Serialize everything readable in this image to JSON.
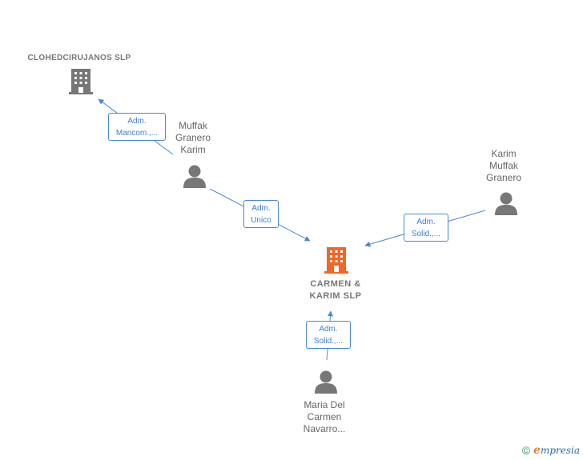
{
  "nodes": {
    "clohed": {
      "name": "CLOHEDCIRUJANOS SLP",
      "color": "#777777"
    },
    "carmen": {
      "name": "CARMEN &\nKARIM  SLP",
      "color": "#f26522"
    },
    "muffak": {
      "name": "Muffak\nGranero\nKarim"
    },
    "karim": {
      "name": "Karim\nMuffak\nGranero"
    },
    "maria": {
      "name": "Maria Del\nCarmen\nNavarro..."
    }
  },
  "roles": {
    "mancom": {
      "line1": "Adm.",
      "line2": "Mancom.,..."
    },
    "unico": {
      "line1": "Adm.",
      "line2": "Unico"
    },
    "solid_karim": {
      "line1": "Adm.",
      "line2": "Solid.,..."
    },
    "solid_maria": {
      "line1": "Adm.",
      "line2": "Solid.,..."
    }
  },
  "footer": {
    "copyright": "©",
    "brand_initial": "e",
    "brand_rest": "mpresia"
  },
  "colors": {
    "edge": "#4a88d1",
    "person": "#777777"
  }
}
